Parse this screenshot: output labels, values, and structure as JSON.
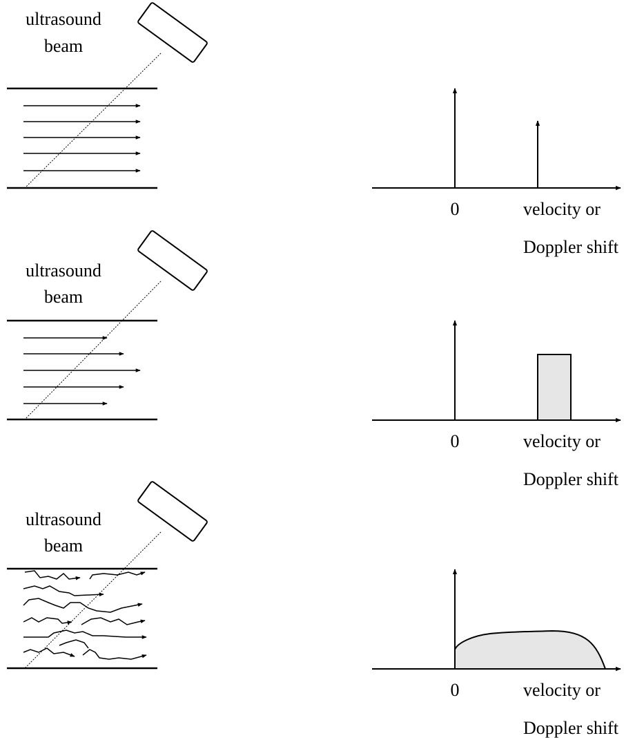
{
  "panels": [
    {
      "beam_label_line1": "ultrasound",
      "beam_label_line2": "beam",
      "axis_zero": "0",
      "axis_label_line1": "velocity or",
      "axis_label_line2": "Doppler shift",
      "spectrum": "spike"
    },
    {
      "beam_label_line1": "ultrasound",
      "beam_label_line2": "beam",
      "axis_zero": "0",
      "axis_label_line1": "velocity or",
      "axis_label_line2": "Doppler shift",
      "spectrum": "narrow band"
    },
    {
      "beam_label_line1": "ultrasound",
      "beam_label_line2": "beam",
      "axis_zero": "0",
      "axis_label_line1": "velocity or",
      "axis_label_line2": "Doppler shift",
      "spectrum": "broad band"
    }
  ],
  "colors": {
    "stroke": "#000000",
    "fill": "#e6e6e6",
    "background": "#ffffff"
  }
}
